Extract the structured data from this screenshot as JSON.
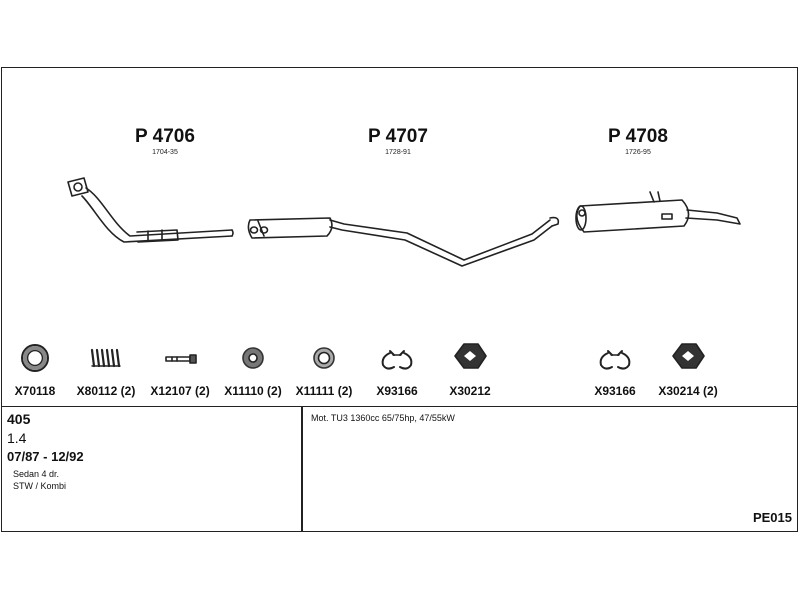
{
  "sections": [
    {
      "part_number": "P 4706",
      "sub_code": "1704-35"
    },
    {
      "part_number": "P 4707",
      "sub_code": "1728-91"
    },
    {
      "part_number": "P 4708",
      "sub_code": "1726-95"
    }
  ],
  "accessories": [
    {
      "code": "X70118",
      "icon": "ring-gasket-icon"
    },
    {
      "code": "X80112 (2)",
      "icon": "spring-icon"
    },
    {
      "code": "X12107 (2)",
      "icon": "bolt-icon"
    },
    {
      "code": "X11110 (2)",
      "icon": "rubber-mount-icon"
    },
    {
      "code": "X11111 (2)",
      "icon": "rubber-ring-icon"
    },
    {
      "code": "X93166",
      "icon": "clamp-icon"
    },
    {
      "code": "X30212",
      "icon": "hanger-icon"
    },
    {
      "code": "X93166",
      "icon": "clamp-icon"
    },
    {
      "code": "X30214 (2)",
      "icon": "hanger-icon"
    }
  ],
  "vehicle": {
    "model": "405",
    "engine": "1.4",
    "years": "07/87 - 12/92",
    "body_1": "Sedan 4 dr.",
    "body_2": "STW / Kombi"
  },
  "motor": "Mot. TU3 1360cc 65/75hp, 47/55kW",
  "reference": "PE015"
}
